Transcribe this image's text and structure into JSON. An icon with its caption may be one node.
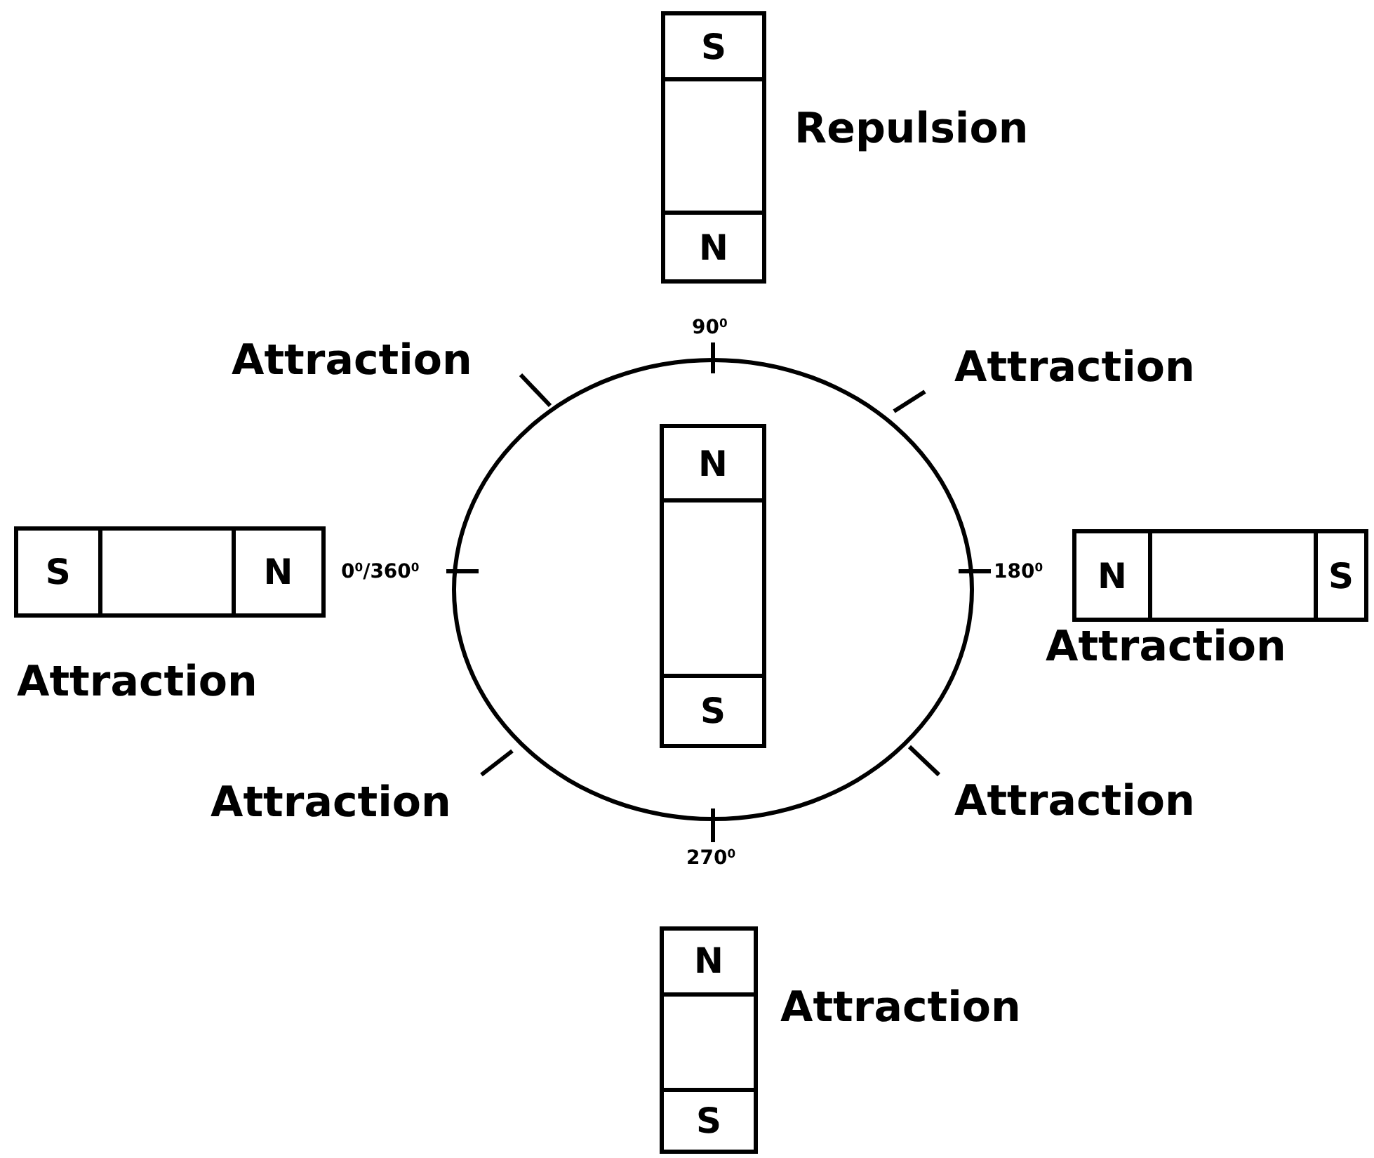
{
  "diagram": {
    "nodes": [
      {
        "text": [],
        "shape": "bar"
      },
      {
        "text": [
          "S"
        ],
        "in": 0
      },
      {
        "text": [],
        "shape": "box",
        "in": 0
      },
      {
        "text": [
          "N"
        ],
        "in": 0
      },
      {
        "text": [],
        "shape": "circle"
      },
      {
        "text": [],
        "shape": "bar",
        "in": 4
      },
      {
        "text": [
          "N"
        ],
        "in": 5
      },
      {
        "text": [],
        "shape": "box",
        "in": 5
      },
      {
        "text": [
          "S"
        ],
        "in": 5
      },
      {
        "text": [],
        "shape": "bar"
      },
      {
        "text": [
          "S"
        ],
        "in": 9
      },
      {
        "text": [],
        "shape": "box",
        "in": 9
      },
      {
        "text": [
          "N"
        ],
        "in": 9
      },
      {
        "text": [],
        "shape": "bar"
      },
      {
        "text": [
          "N"
        ],
        "in": 13
      },
      {
        "text": [],
        "shape": "box",
        "in": 13
      },
      {
        "text": [
          "S"
        ],
        "in": 13
      },
      {
        "text": [],
        "shape": "bar"
      },
      {
        "text": [
          "N"
        ],
        "in": 17
      },
      {
        "text": [],
        "shape": "box",
        "in": 17
      },
      {
        "text": [
          "S"
        ],
        "in": 17
      }
    ],
    "labels": [
      "Repulsion",
      "90$^{0}$",
      "Attraction",
      "Attraction",
      "0$^{0}$/360$^{0}$",
      "180$^{0}$",
      "Attraction",
      "Attraction",
      "Attraction",
      "Attraction",
      "270$^{0}$",
      "Attraction"
    ]
  }
}
